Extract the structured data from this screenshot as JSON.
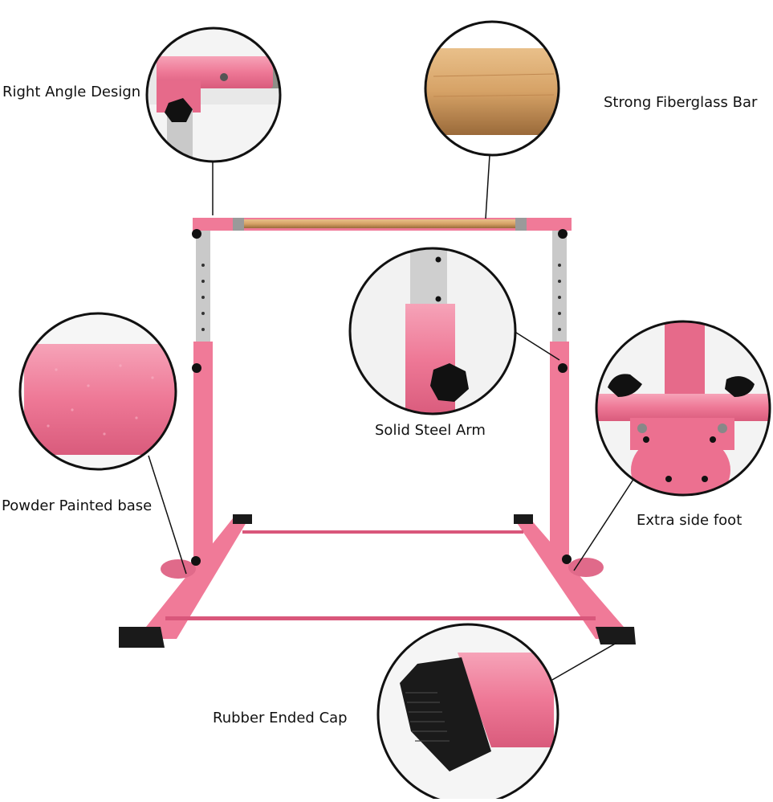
{
  "callouts": {
    "right_angle": "Right Angle Design",
    "fiberglass_bar": "Strong Fiberglass Bar",
    "steel_arm": "Solid Steel Arm",
    "powder_base": "Powder Painted base",
    "side_foot": "Extra side foot",
    "rubber_cap": "Rubber Ended Cap"
  },
  "colors": {
    "frame_pink": "#f07a98",
    "frame_dark": "#d9577b",
    "steel_gray": "#b8b8b8",
    "wood": "#d9a86a",
    "rubber_black": "#1a1a1a",
    "outline": "#111111"
  }
}
